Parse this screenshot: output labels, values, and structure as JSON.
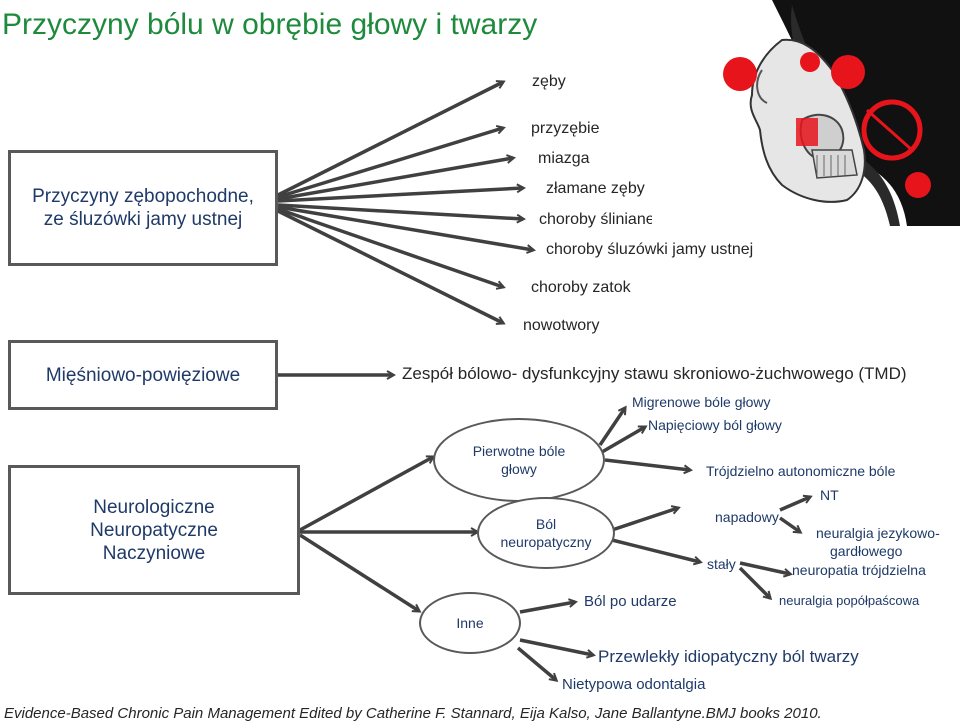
{
  "title": "Przyczyny bólu w obrębie głowy i twarzy",
  "boxes": {
    "dental_line1": "Przyczyny zębopochodne,",
    "dental_line2": "ze śluzówki jamy ustnej",
    "muscular": "Mięśniowo-powięziowe",
    "neuro_line1": "Neurologiczne",
    "neuro_line2": "Neuropatyczne",
    "neuro_line3": "Naczyniowe"
  },
  "dental_causes": [
    "zęby",
    "przyzębie",
    "miazga",
    "złamane zęby",
    "choroby ślinianek",
    "choroby śluzówki jamy ustnej",
    "choroby zatok",
    "nowotwory"
  ],
  "tmd": "Zespół bólowo- dysfunkcyjny stawu skroniowo-żuchwowego (TMD)",
  "ellipses": {
    "primary_line1": "Pierwotne bóle",
    "primary_line2": "głowy",
    "neuro_line1": "Ból",
    "neuro_line2": "neuropatyczny",
    "other": "Inne"
  },
  "primary_headaches": [
    "Migrenowe bóle głowy",
    "Napięciowy ból głowy",
    "Trójdzielno autonomiczne  bóle"
  ],
  "nt": "NT",
  "napadowy": "napadowy",
  "staly": "stały",
  "neuralgia_line1": "neuralgia jezykowo-",
  "neuralgia_line2": "gardłowego",
  "neuropatia": "neuropatia trójdzielna",
  "neuralgia_pop": "neuralgia popółpaścowa",
  "bol_po_udarze": "Ból po udarze",
  "przewlekly": "Przewlekły idiopatyczny ból twarzy",
  "nietypowa": "Nietypowa odontalgia",
  "footer": "Evidence-Based Chronic Pain Management Edited by Catherine F. Stannard, Eija Kalso, Jane Ballantyne.BMJ books 2010.",
  "colors": {
    "title": "#1e8a3c",
    "box_text": "#1f3a68",
    "pain_marker": "#e8141c"
  },
  "image_icon": "skull-face-pain-illustration"
}
